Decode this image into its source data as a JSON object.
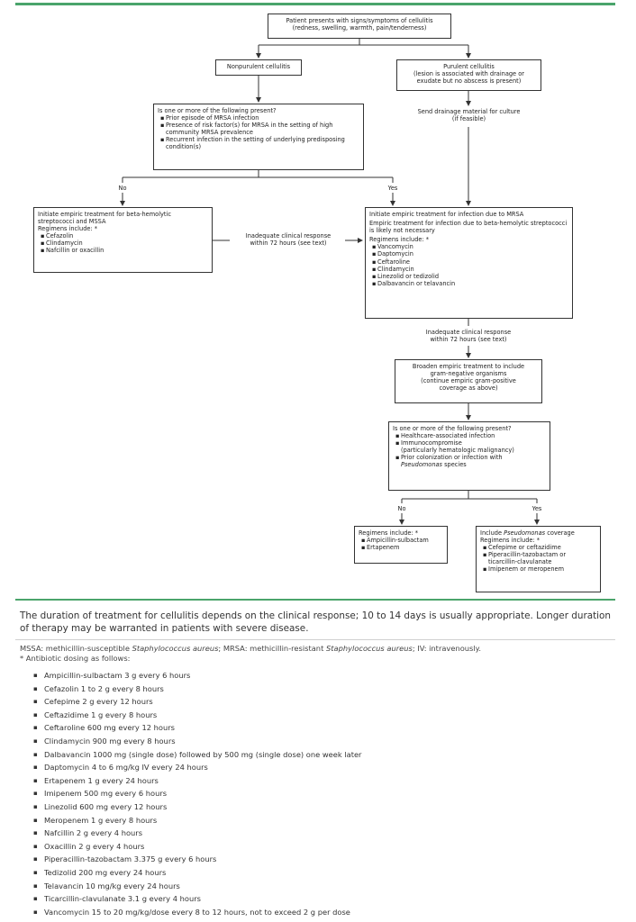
{
  "flowchart": {
    "start": [
      "Patient presents with signs/symptoms of cellulitis",
      "(redness, swelling, warmth, pain/tenderness)"
    ],
    "nonpurulent": "Nonpurulent cellulitis",
    "purulent": [
      "Purulent cellulitis",
      "(lesion is associated with drainage or",
      "exudate but no abscess is present)"
    ],
    "mrsa_question": {
      "title": "Is one or more of the following present?",
      "items": [
        "Prior episode of MRSA infection",
        "Presence of risk factor(s) for MRSA in the setting of high community MRSA prevalence",
        "Recurrent infection in the setting of underlying predisposing condition(s)"
      ]
    },
    "culture": [
      "Send drainage material for culture",
      "(if feasible)"
    ],
    "no_label": "No",
    "yes_label": "Yes",
    "strep_mssa": {
      "title": "Initiate empiric treatment for beta-hemolytic streptococci and MSSA",
      "regimens": "Regimens include: *",
      "items": [
        "Cefazolin",
        "Clindamycin",
        "Nafcillin or oxacillin"
      ]
    },
    "inadequate_1": [
      "Inadequate clinical response",
      "within 72 hours (see text)"
    ],
    "mrsa_treatment": {
      "title": "Initiate empiric treatment for infection due to MRSA",
      "subtitle": "Empiric treatment for infection due to beta-hemolytic streptococci is likely not necessary",
      "regimens": "Regimens include: *",
      "items": [
        "Vancomycin",
        "Daptomycin",
        "Ceftaroline",
        "Clindamycin",
        "Linezolid or tedizolid",
        "Dalbavancin or telavancin"
      ]
    },
    "inadequate_2": [
      "Inadequate clinical response",
      "within 72 hours (see text)"
    ],
    "broaden": [
      "Broaden empiric treatment to include",
      "gram-negative organisms",
      "(continue empiric gram-positive",
      "coverage as above)"
    ],
    "pseudo_question": {
      "title": "Is one or more of the following present?",
      "item1": "Healthcare-associated infection",
      "item2a": "Immunocompromise",
      "item2b": "(particularly hematologic malignancy)",
      "item3a": "Prior colonization or infection with",
      "item3b": "Pseudomonas",
      "item3c": " species"
    },
    "no_pseudo": {
      "regimens": "Regimens include: *",
      "items": [
        "Ampicillin-sulbactam",
        "Ertapenem"
      ]
    },
    "pseudo": {
      "title_a": "Include ",
      "title_b": "Pseudomonas",
      "title_c": " coverage",
      "regimens": "Regimens include: *",
      "items": [
        "Cefepime or ceftazidime",
        "Piperacillin-tazobactam or ticarcillin-clavulanate",
        "Imipenem or meropenem"
      ]
    }
  },
  "footer": {
    "duration": "The duration of treatment for cellulitis depends on the clinical response; 10 to 14 days is usually appropriate. Longer duration of therapy may be warranted in patients with severe disease.",
    "abbr": {
      "mssa": "MSSA: methicillin-susceptible ",
      "staph1": "Staphylococcus aureus",
      "mrsa": "; MRSA: methicillin-resistant ",
      "staph2": "Staphylococcus aureus",
      "iv": "; IV: intravenously."
    },
    "dosing_intro": "* Antibiotic dosing as follows:",
    "dosing": [
      "Ampicillin-sulbactam 3 g every 6 hours",
      "Cefazolin 1 to 2 g every 8 hours",
      "Cefepime 2 g every 12 hours",
      "Ceftazidime 1 g every 8 hours",
      "Ceftaroline 600 mg every 12 hours",
      "Clindamycin 900 mg every 8 hours",
      "Dalbavancin 1000 mg (single dose) followed by 500 mg (single dose) one week later",
      "Daptomycin 4 to 6 mg/kg IV every 24 hours",
      "Ertapenem 1 g every 24 hours",
      "Imipenem 500 mg every 6 hours",
      "Linezolid 600 mg every 12 hours",
      "Meropenem 1 g every 8 hours",
      "Nafcillin 2 g every 4 hours",
      "Oxacillin 2 g every 4 hours",
      "Piperacillin-tazobactam 3.375 g every 6 hours",
      "Tedizolid 200 mg every 24 hours",
      "Telavancin 10 mg/kg every 24 hours",
      "Ticarcillin-clavulanate 3.1 g every 4 hours",
      "Vancomycin 15 to 20 mg/kg/dose every 8 to 12 hours, not to exceed 2 g per dose"
    ]
  }
}
